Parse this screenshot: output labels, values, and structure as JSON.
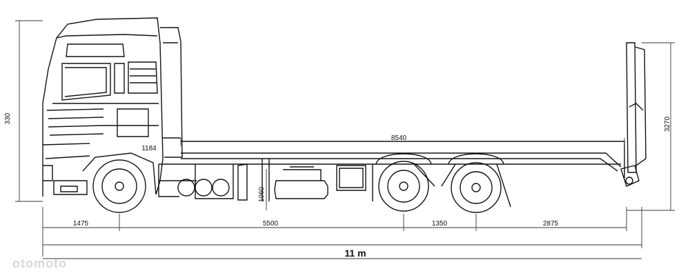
{
  "dimensions": {
    "cab_height": "330",
    "total_height": "3270",
    "deck_length": "8540",
    "cab_to_deck": "1184",
    "deck_height": "1060",
    "front_overhang": "1475",
    "wheelbase": "5500",
    "axle_spacing": "1350",
    "rear_overhang": "2875",
    "total_length": "11 m"
  },
  "watermark": "otomoto"
}
